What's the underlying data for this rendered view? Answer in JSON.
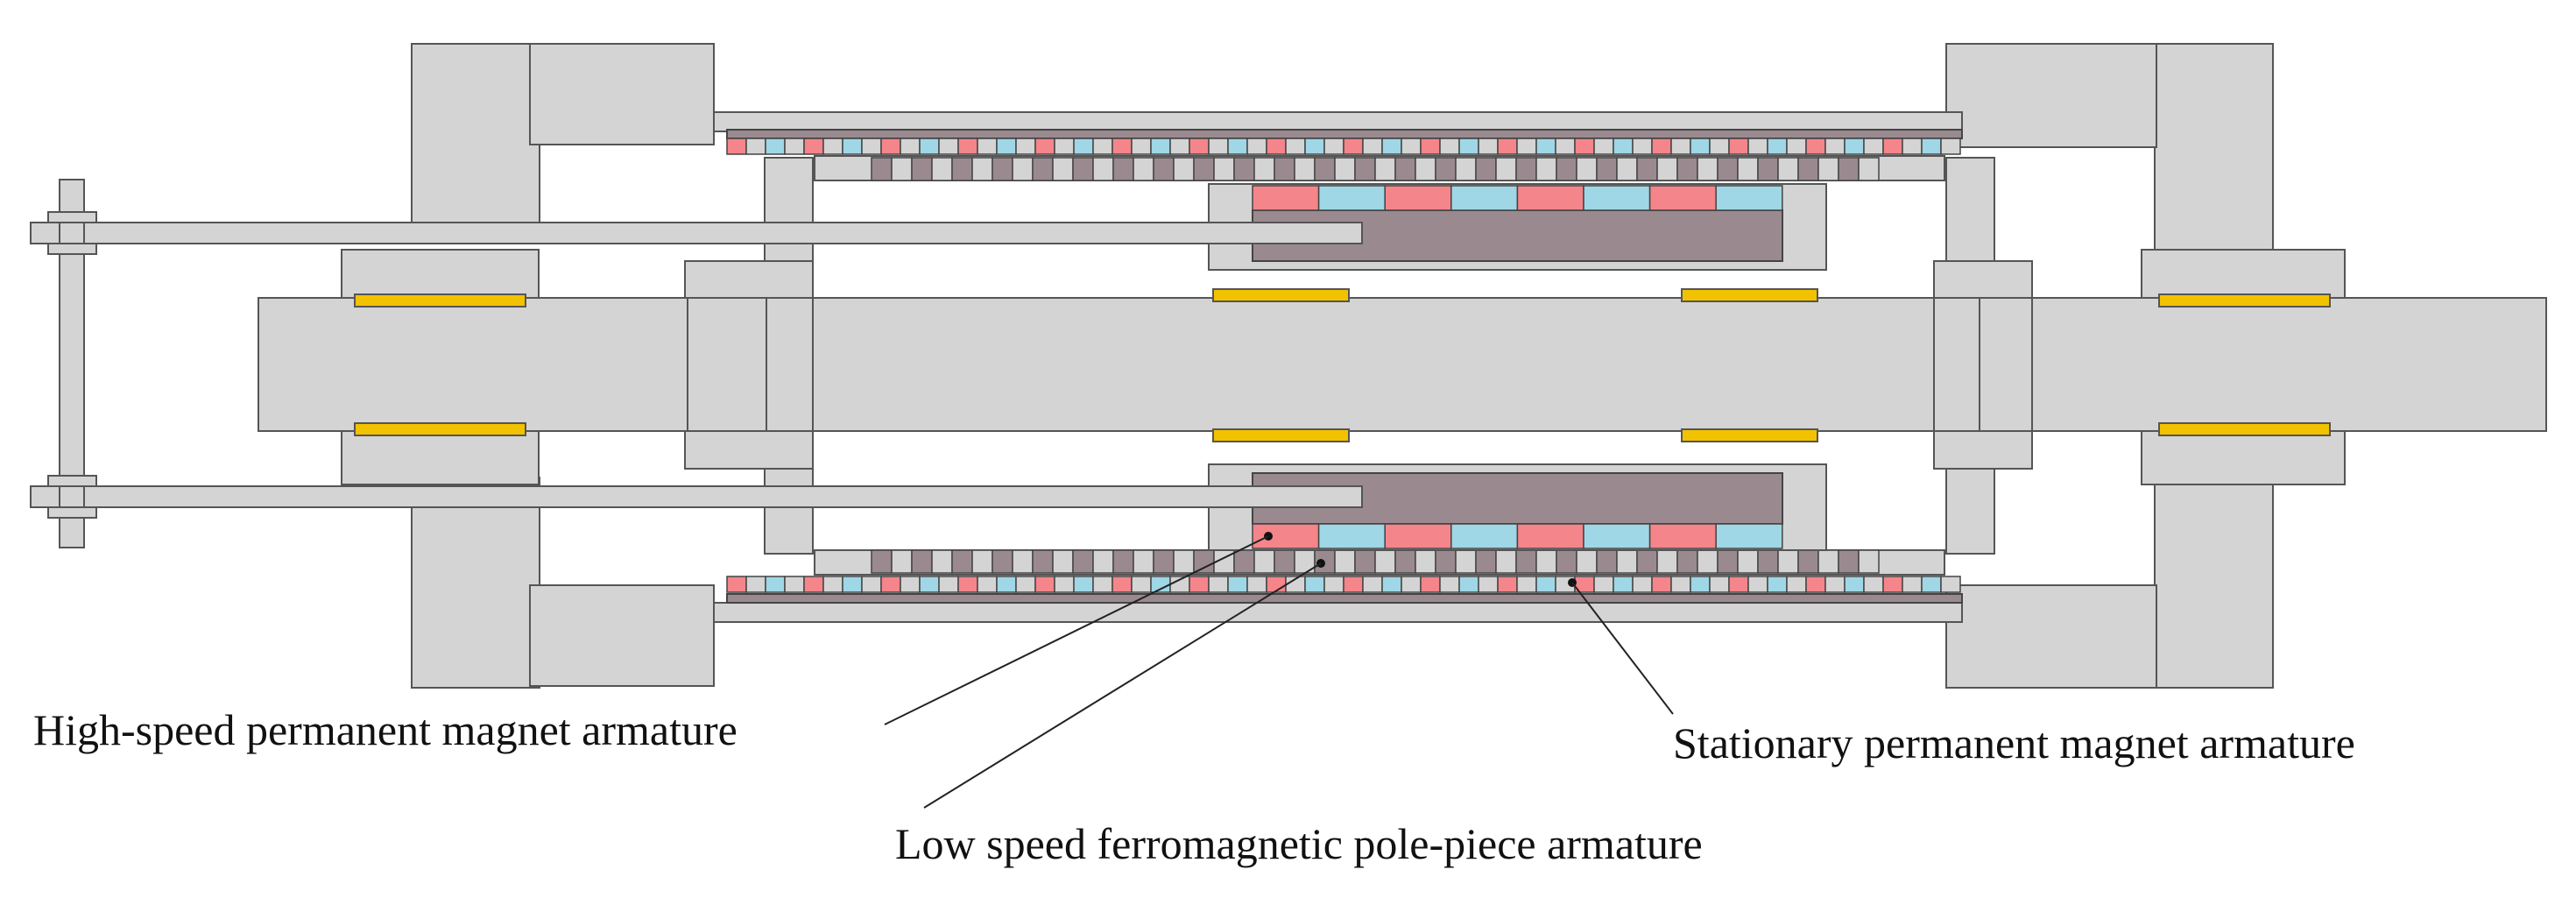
{
  "labels": {
    "high_speed": "High-speed permanent magnet armature",
    "stationary": "Stationary permanent magnet armature",
    "low_speed": "Low speed ferromagnetic pole-piece armature"
  },
  "colors": {
    "housing": "#d4d4d4",
    "ferromagnetic": "#9a8a8f",
    "magnet_north": "#f4858a",
    "magnet_south": "#9fd7e6",
    "bearing": "#f2c200"
  }
}
